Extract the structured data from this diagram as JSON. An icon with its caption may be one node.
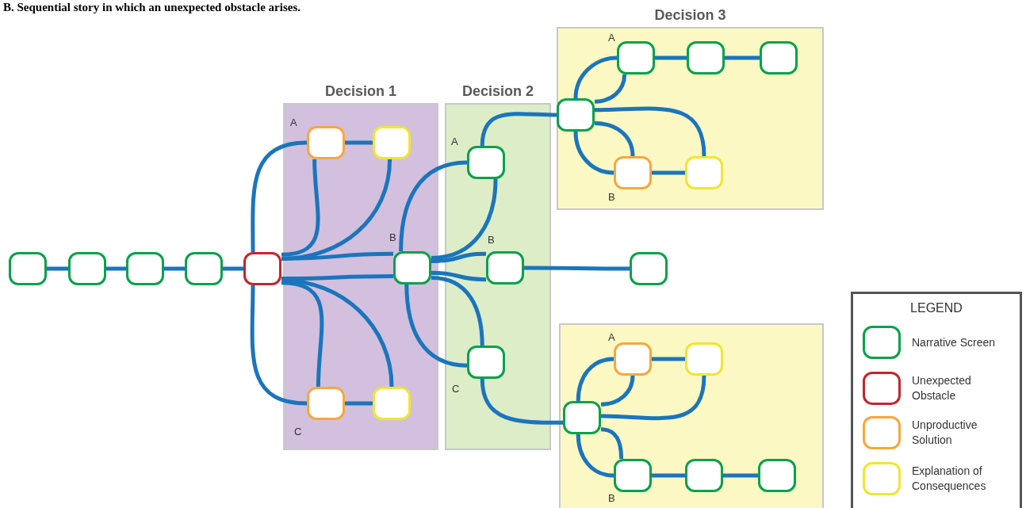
{
  "diagram": {
    "title": "B. Sequential story in which an unexpected obstacle arises.",
    "nodes": [
      {
        "text": [],
        "shape": "box"
      },
      {
        "text": [],
        "shape": "box"
      },
      {
        "text": [],
        "shape": "box"
      },
      {
        "text": [],
        "shape": "box"
      },
      {
        "text": [],
        "shape": "box"
      },
      {
        "text": [
          "Decision 1"
        ]
      },
      {
        "text": [],
        "shape": "box",
        "in": 5
      },
      {
        "text": [],
        "shape": "box",
        "in": 5
      },
      {
        "text": [],
        "shape": "box",
        "in": 5
      },
      {
        "text": [],
        "shape": "box",
        "in": 5
      },
      {
        "text": [],
        "shape": "box",
        "in": 5
      },
      {
        "text": [
          "Decision 2"
        ]
      },
      {
        "text": [],
        "shape": "box",
        "in": 11
      },
      {
        "text": [],
        "shape": "box",
        "in": 11
      },
      {
        "text": [],
        "shape": "box",
        "in": 11
      },
      {
        "text": [],
        "shape": "box"
      },
      {
        "text": [
          "Decision 3"
        ]
      },
      {
        "text": [],
        "shape": "box",
        "in": 16
      },
      {
        "text": [],
        "shape": "box",
        "in": 16
      },
      {
        "text": [],
        "shape": "box",
        "in": 16
      },
      {
        "text": [],
        "shape": "box",
        "in": 16
      },
      {
        "text": [],
        "shape": "box",
        "in": 16
      },
      {
        "text": [],
        "shape": "box",
        "in": 16
      },
      {
        "text": [],
        "shape": "box"
      },
      {
        "text": [],
        "shape": "box",
        "in": 23
      },
      {
        "text": [],
        "shape": "box",
        "in": 23
      },
      {
        "text": [],
        "shape": "box",
        "in": 23
      },
      {
        "text": [],
        "shape": "box",
        "in": 23
      },
      {
        "text": [],
        "shape": "box",
        "in": 23
      },
      {
        "text": [],
        "shape": "box",
        "in": 23
      }
    ],
    "edges": [
      {
        "from": 0,
        "to": 1,
        "arrow": "none"
      },
      {
        "from": 1,
        "to": 2,
        "arrow": "none"
      },
      {
        "from": 2,
        "to": 3,
        "arrow": "none"
      },
      {
        "from": 3,
        "to": 4,
        "arrow": "none"
      },
      {
        "from": 4,
        "to": 6,
        "arrow": "none"
      },
      {
        "from": 4,
        "to": 6,
        "arrow": "none"
      },
      {
        "from": 6,
        "to": 7,
        "arrow": "none"
      },
      {
        "from": 7,
        "to": 4,
        "arrow": "none"
      },
      {
        "from": 4,
        "to": 10,
        "arrow": "none"
      },
      {
        "from": 4,
        "to": 10,
        "arrow": "none"
      },
      {
        "from": 4,
        "to": 8,
        "arrow": "none"
      },
      {
        "from": 4,
        "to": 8,
        "arrow": "none"
      },
      {
        "from": 4,
        "to": 9,
        "arrow": "none"
      },
      {
        "from": 8,
        "to": 9,
        "arrow": "none"
      },
      {
        "from": 10,
        "to": 12,
        "arrow": "none"
      },
      {
        "from": 12,
        "to": 10,
        "arrow": "none"
      },
      {
        "from": 10,
        "to": 13,
        "arrow": "none"
      },
      {
        "from": 10,
        "to": 13,
        "arrow": "none"
      },
      {
        "from": 10,
        "to": 14,
        "arrow": "none"
      },
      {
        "from": 10,
        "to": 14,
        "arrow": "none"
      },
      {
        "from": 12,
        "to": 17,
        "arrow": "none"
      },
      {
        "from": 13,
        "to": 15,
        "arrow": "none"
      },
      {
        "from": 14,
        "to": 24,
        "arrow": "none"
      },
      {
        "from": 17,
        "to": 18,
        "arrow": "none"
      },
      {
        "from": 17,
        "to": 18,
        "arrow": "none"
      },
      {
        "from": 18,
        "to": 19,
        "arrow": "none"
      },
      {
        "from": 19,
        "to": 20,
        "arrow": "none"
      },
      {
        "from": 17,
        "to": 21,
        "arrow": "none"
      },
      {
        "from": 17,
        "to": 21,
        "arrow": "none"
      },
      {
        "from": 17,
        "to": 22,
        "arrow": "none"
      },
      {
        "from": 21,
        "to": 22,
        "arrow": "none"
      },
      {
        "from": 24,
        "to": 25,
        "arrow": "none"
      },
      {
        "from": 24,
        "to": 25,
        "arrow": "none"
      },
      {
        "from": 24,
        "to": 26,
        "arrow": "none"
      },
      {
        "from": 25,
        "to": 26,
        "arrow": "none"
      },
      {
        "from": 24,
        "to": 27,
        "arrow": "none"
      },
      {
        "from": 24,
        "to": 27,
        "arrow": "none"
      },
      {
        "from": 27,
        "to": 28,
        "arrow": "none"
      },
      {
        "from": 28,
        "to": 29,
        "arrow": "none"
      }
    ],
    "labels": [
      "A",
      "A",
      "A",
      "B",
      "B",
      "B",
      "A",
      "C",
      "C",
      "B",
      "LEGEND"
    ],
    "legend": [
      {
        "text": "Narrative Screen",
        "color": "#0aa14b"
      },
      {
        "text": "Unexpected Obstacle",
        "color": "#c1272d"
      },
      {
        "text": "Unproductive Solution",
        "color": "#f7a83b"
      },
      {
        "text": "Explanation of Consequences",
        "color": "#f2e531"
      }
    ]
  }
}
